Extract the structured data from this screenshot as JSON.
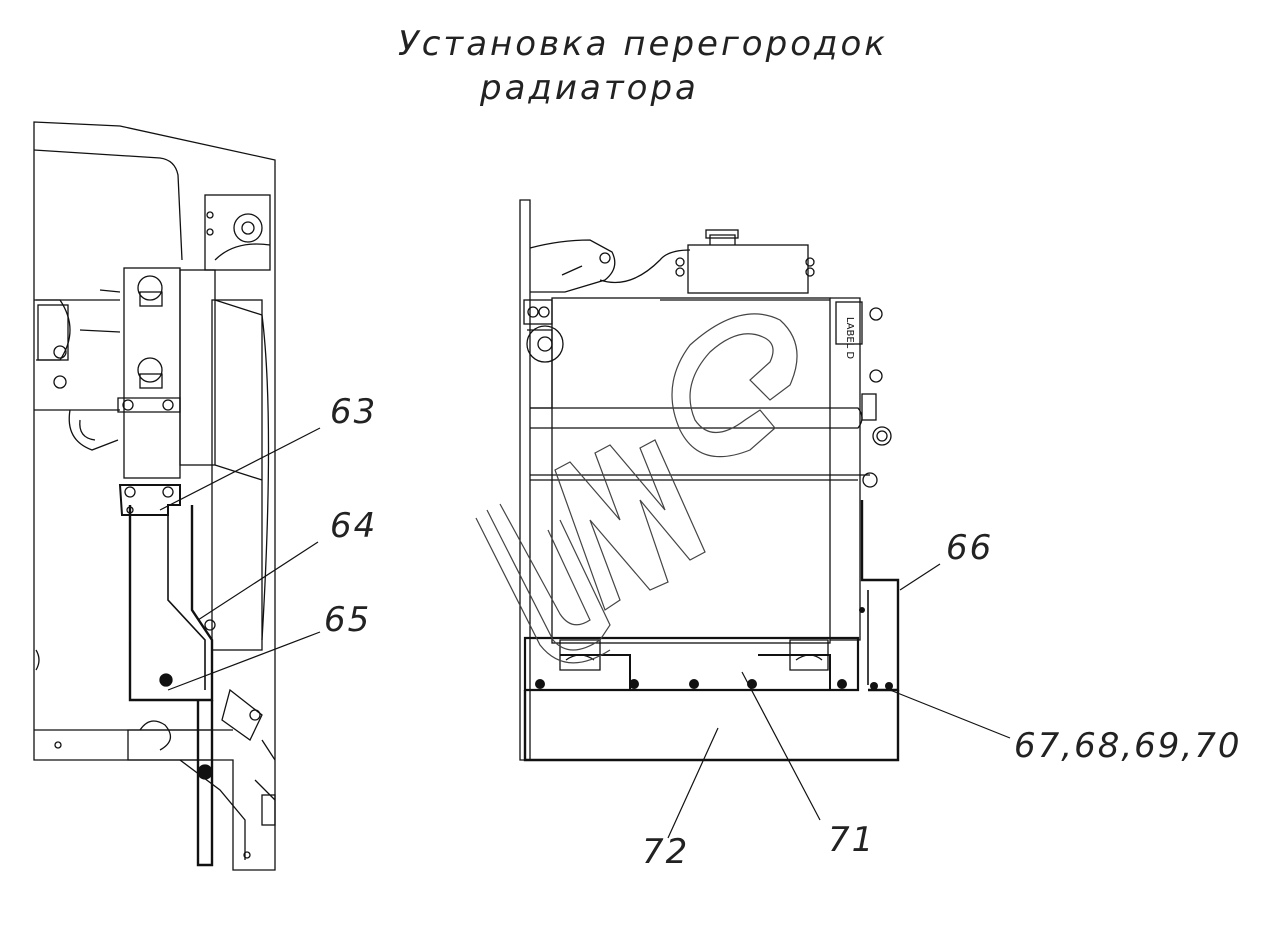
{
  "title": {
    "line1": "Установка перегородок",
    "line2": "радиатора"
  },
  "watermark": "UMG",
  "label_plate": "LABEL D",
  "callouts": [
    "63",
    "64",
    "65",
    "66",
    "67,68,69,70",
    "72",
    "71"
  ]
}
